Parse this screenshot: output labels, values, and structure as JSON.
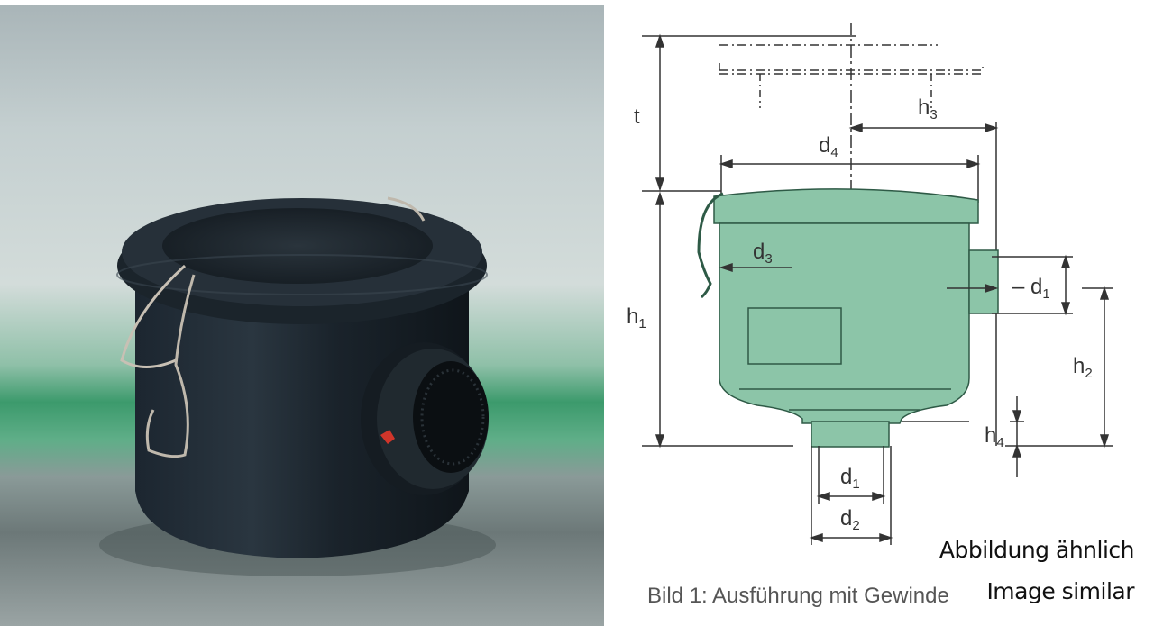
{
  "photo": {
    "subject": "black vacuum filter housing with wire clamps and threaded side port"
  },
  "diagram": {
    "labels": {
      "t": "t",
      "h3": {
        "base": "h",
        "sub": "3"
      },
      "d4": {
        "base": "d",
        "sub": "4"
      },
      "d3": {
        "base": "d",
        "sub": "3"
      },
      "h1": {
        "base": "h",
        "sub": "1"
      },
      "d1_side": {
        "base": "d",
        "sub": "1",
        "prefix": "– "
      },
      "h2": {
        "base": "h",
        "sub": "2"
      },
      "h4": {
        "base": "h",
        "sub": "4"
      },
      "d1_bottom": {
        "base": "d",
        "sub": "1"
      },
      "d2": {
        "base": "d",
        "sub": "2"
      }
    },
    "colors": {
      "body_fill": "#8cc5a8",
      "line": "#333333",
      "outline": "#2e5a46"
    },
    "caption": "Bild 1: Ausführung mit Gewinde"
  },
  "overlay": {
    "line1": "Abbildung ähnlich",
    "line2": "Image similar"
  }
}
